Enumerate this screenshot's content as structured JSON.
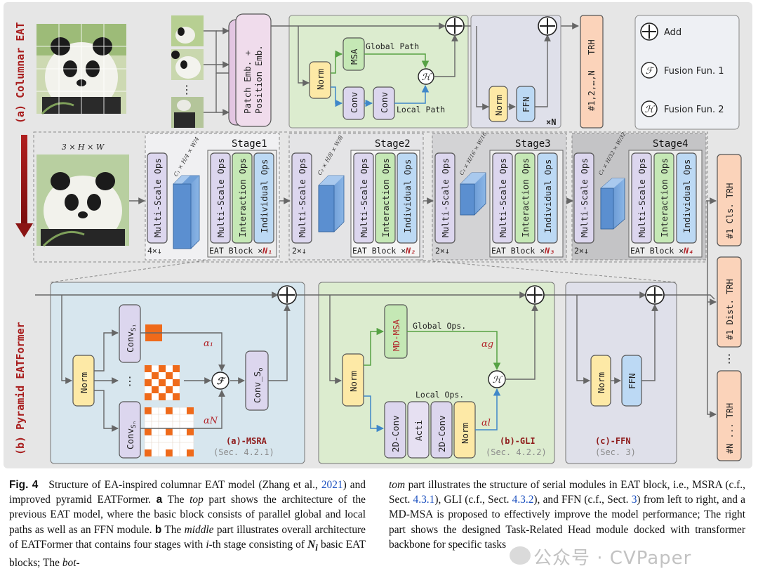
{
  "diagram": {
    "sections": {
      "columnar": "(a) Columnar EAT",
      "pyramid": "(b) Pyramid EATFormer"
    },
    "top": {
      "patch_line1": "Patch Emb. +",
      "patch_line2": "Position Emb.",
      "ellipsis": "⋮",
      "norm": "Norm",
      "msa": "MSA",
      "conv": "Conv",
      "global_path": "Global Path",
      "local_path": "Local Path",
      "norm2": "Norm",
      "ffn": "FFN",
      "repeat": "×N",
      "trh": "TRH",
      "trh_index": "#1,2,…,N"
    },
    "legend": {
      "add": "Add",
      "fusion1": "Fusion Fun. 1",
      "fusion2": "Fusion Fun. 2",
      "f_symbol": "ℱ",
      "h_symbol": "ℋ"
    },
    "middle": {
      "input_label": "3 × H × W",
      "multi_scale": "Multi-Scale Ops",
      "interaction": "Interaction Ops",
      "individual": "Individual Ops",
      "eat_block": "EAT Block ×",
      "stages": [
        {
          "title": "Stage1",
          "down": "4×↓",
          "n": "N₁",
          "dims": "C₁ × H/4 × W/4"
        },
        {
          "title": "Stage2",
          "down": "2×↓",
          "n": "N₂",
          "dims": "C₂ × H/8 × W/8"
        },
        {
          "title": "Stage3",
          "down": "2×↓",
          "n": "N₃",
          "dims": "C₃ × H/16 × W/16"
        },
        {
          "title": "Stage4",
          "down": "2×↓",
          "n": "N₄",
          "dims": "C₄ × H/32 × W/32"
        }
      ]
    },
    "right_heads": {
      "cls": "#1 Cls. TRH",
      "dist": "#1 Dist. TRH",
      "dots": "⋮",
      "n": "#N ... TRH"
    },
    "bottom": {
      "msra": {
        "norm": "Norm",
        "conv_s1": "Conv",
        "conv_s1_sub": "S₁",
        "conv_sn": "Conv",
        "conv_sn_sub": "Sₙ",
        "conv_so": "Conv_S",
        "conv_so_sub": "o",
        "dots": "⋮",
        "alpha1": "α₁",
        "alphaN": "αN",
        "title": "(a)-MSRA",
        "sec": "(Sec. 4.2.1)"
      },
      "gli": {
        "norm": "Norm",
        "mdmsa": "MD-MSA",
        "global_ops": "Global Ops.",
        "local_ops": "Local Ops.",
        "conv2d": "2D-Conv",
        "acti": "Acti",
        "norm2": "Norm",
        "alpha_g": "αg",
        "alpha_l": "αl",
        "title": "(b)-GLI",
        "sec": "(Sec. 4.2.2)"
      },
      "ffn": {
        "norm": "Norm",
        "ffn": "FFN",
        "title": "(c)-FFN",
        "sec": "(Sec. 3)"
      }
    }
  },
  "caption": {
    "fig": "Fig. 4",
    "p1": "Structure of EA-inspired columnar EAT model (Zhang et al.,",
    "ref1": "2021",
    "p2": ") and improved pyramid EATFormer.",
    "a": "a",
    "p3": "The",
    "top_word": "top",
    "p4": "part shows the architecture of the previous EAT model, where the basic block consists of parallel global and local paths as well as an FFN module.",
    "b": "b",
    "p5": "The",
    "middle_word": "middle",
    "p6": "part illustrates overall architecture of EATFormer that contains four stages with",
    "i": "i",
    "p7": "-th stage consisting of",
    "ni": "N",
    "ni_sub": "i",
    "p8": "basic EAT blocks; The",
    "bot": "bot-",
    "tom": "tom",
    "p9": "part illustrates the structure of serial modules in EAT block, i.e., MSRA (c.f., Sect.",
    "ref2": "4.3.1",
    "p10": "), GLI (c.f., Sect.",
    "ref3": "4.3.2",
    "p11": "), and FFN (c.f., Sect.",
    "ref4": "3",
    "p12": ") from left to right, and a MD-MSA is proposed to effectively improve the model performance; The right part shows the designed Task-Related Head module docked with transformer backbone for specific tasks"
  },
  "watermark": "公众号 · CVPaper",
  "colors": {
    "background_panel": "#e6e6e6",
    "norm_yellow": "#fde9a6",
    "green": "#c5e8b5",
    "blue": "#bcd9f4",
    "purple": "#dcd6ee",
    "trh_orange": "#fbd3ba",
    "title_red": "#a81d1d",
    "alpha_red": "#b2262b",
    "orange_grid": "#ef6a1a"
  }
}
